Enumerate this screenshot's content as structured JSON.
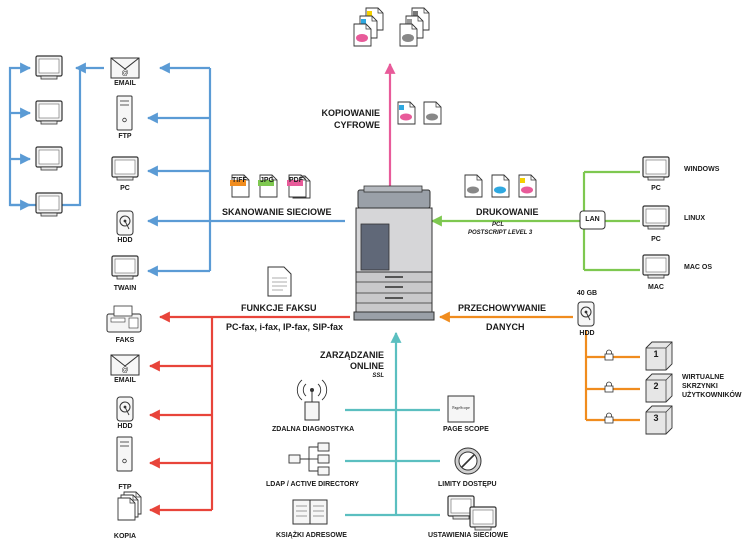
{
  "center": {
    "copy": [
      "KOPIOWANIE",
      "CYFROWE"
    ],
    "scan": "SKANOWANIE SIECIOWE",
    "print": "DRUKOWANIE",
    "print_sub": [
      "PCL",
      "POSTSCRIPT LEVEL 3"
    ],
    "fax": "FUNKCJE FAKSU",
    "fax_sub": "PC-fax, i-fax, IP-fax, SIP-fax",
    "store": [
      "PRZECHOWYWANIE",
      "DANYCH"
    ],
    "mgmt": [
      "ZARZĄDZANIE",
      "ONLINE"
    ],
    "ssl": "SSL"
  },
  "scan_targets": [
    "EMAIL",
    "FTP",
    "PC",
    "HDD",
    "TWAIN"
  ],
  "fax_targets": [
    "FAKS",
    "EMAIL",
    "HDD",
    "FTP",
    "KOPIA"
  ],
  "file_types": [
    "TIFF",
    "JPG",
    "PDF"
  ],
  "print_clients": {
    "lan": "LAN",
    "items": [
      {
        "os": "WINDOWS",
        "label": "PC"
      },
      {
        "os": "LINUX",
        "label": "PC"
      },
      {
        "os": "MAC OS",
        "label": "MAC"
      }
    ]
  },
  "storage": {
    "capacity": "40 GB",
    "hdd": "HDD",
    "boxes": [
      "1",
      "2",
      "3"
    ],
    "boxes_label": [
      "WIRTUALNE",
      "SKRZYNKI",
      "UŻYTKOWNIKÓW"
    ]
  },
  "management": {
    "remote": "ZDALNA DIAGNOSTYKA",
    "ldap": "LDAP / ACTIVE DIRECTORY",
    "address": "KSIĄŻKI ADRESOWE",
    "pagescope": "PAGE SCOPE",
    "pagescope_logo": "PageScope",
    "access": "LIMITY DOSTĘPU",
    "network": "USTAWIENIA SIECIOWE"
  },
  "colors": {
    "scan": "#5b9bd5",
    "copy": "#e85b9a",
    "print": "#7ec850",
    "fax": "#e8443a",
    "store": "#f08c1e",
    "mgmt": "#5bbfc0"
  }
}
